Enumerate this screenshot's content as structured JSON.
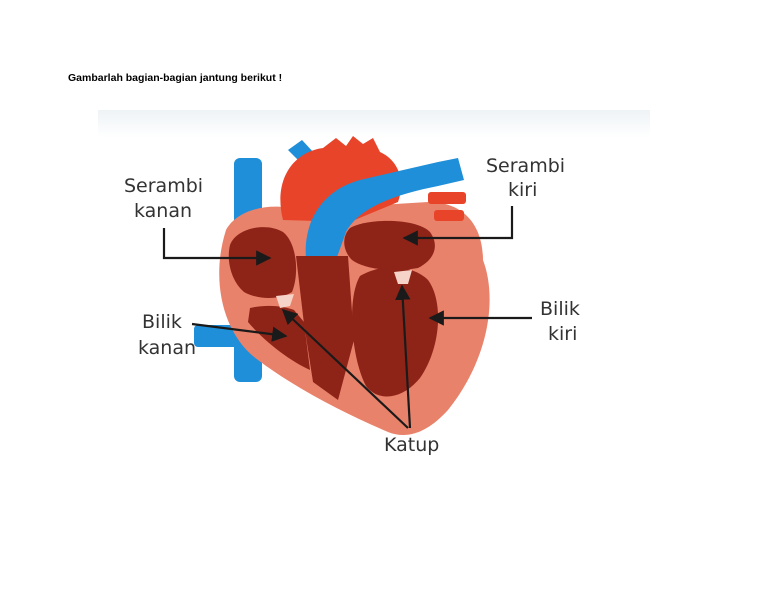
{
  "document": {
    "instruction": "Gambarlah bagian-bagian jantung berikut !"
  },
  "diagram": {
    "labels": {
      "serambi_kanan_1": "Serambi",
      "serambi_kanan_2": "kanan",
      "serambi_kiri_1": "Serambi",
      "serambi_kiri_2": "kiri",
      "bilik_kanan_1": "Bilik",
      "bilik_kanan_2": "kanan",
      "bilik_kiri_1": "Bilik",
      "bilik_kiri_2": "kiri",
      "katup": "Katup"
    },
    "colors": {
      "vein_blue": "#1e8fd8",
      "aorta_red": "#e8442a",
      "muscle_outer": "#e9826b",
      "chamber_dark": "#8e2418",
      "valve": "#f6d3c8",
      "arrow": "#1a1a1a"
    }
  }
}
